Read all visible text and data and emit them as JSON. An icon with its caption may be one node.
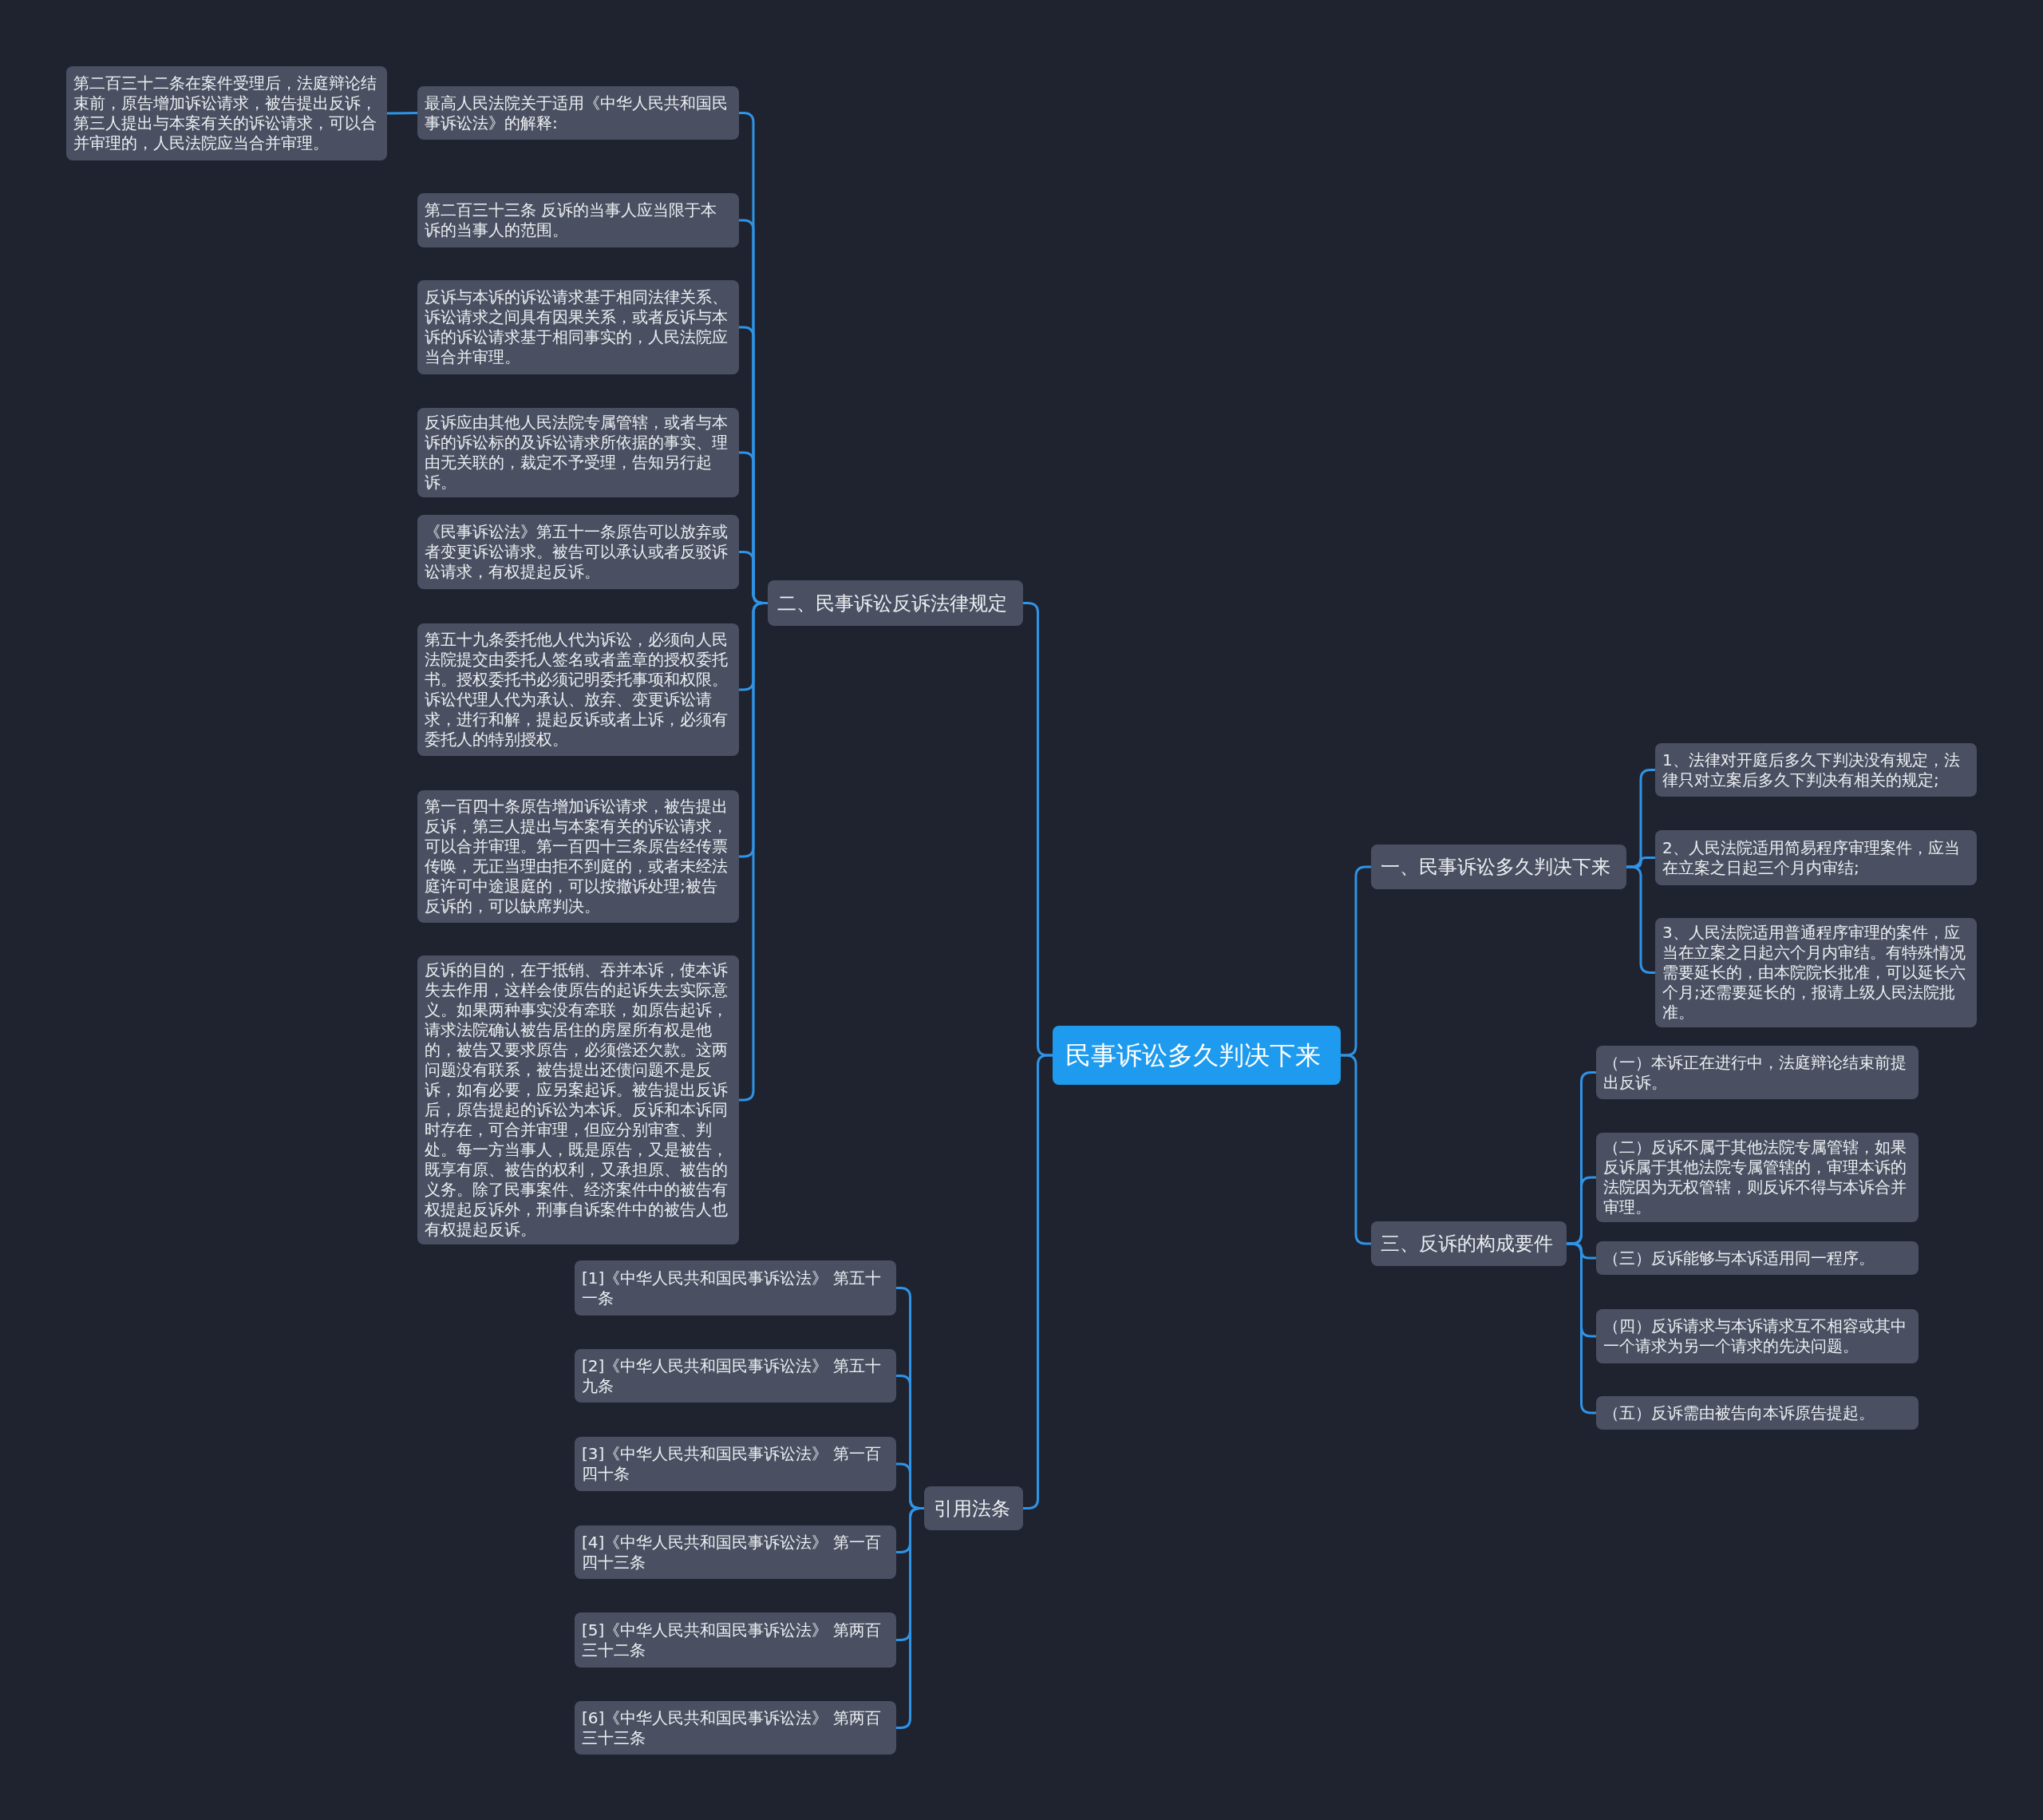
{
  "diagram": {
    "nodes": [
      {
        "text": [
          "民事诉讼多久判决下来"
        ]
      },
      {
        "text": [
          "一、民事诉讼多久判决下来"
        ]
      },
      {
        "text": [
          "1、法律对开庭后多久下判决没有规定，法律只对立案后多久下判决有相关的规定;"
        ]
      },
      {
        "text": [
          "2、人民法院适用简易程序审理案件，应当在立案之日起三个月内审结;"
        ]
      },
      {
        "text": [
          "3、人民法院适用普通程序审理的案件，应当在立案之日起六个月内审结。有特殊情况需要延长的，由本院院长批准，可以延长六个月;还需要延长的，报请上级人民法院批准。"
        ]
      },
      {
        "text": [
          "三、反诉的构成要件"
        ]
      },
      {
        "text": [
          "（一）本诉正在进行中，法庭辩论结束前提出反诉。"
        ]
      },
      {
        "text": [
          "（二）反诉不属于其他法院专属管辖，如果反诉属于其他法院专属管辖的，审理本诉的法院因为无权管辖，则反诉不得与本诉合并审理。"
        ]
      },
      {
        "text": [
          "（三）反诉能够与本诉适用同一程序。"
        ]
      },
      {
        "text": [
          "（四）反诉请求与本诉请求互不相容或其中一个请求为另一个请求的先决问题。"
        ]
      },
      {
        "text": [
          "（五）反诉需由被告向本诉原告提起。"
        ]
      },
      {
        "text": [
          "二、民事诉讼反诉法律规定"
        ]
      },
      {
        "text": [
          "最高人民法院关于适用《中华人民共和国民事诉讼法》的解释:"
        ]
      },
      {
        "text": [
          "第二百三十二条在案件受理后，法庭辩论结束前，原告增加诉讼请求，被告提出反诉，第三人提出与本案有关的诉讼请求，可以合并审理的，人民法院应当合并审理。"
        ]
      },
      {
        "text": [
          "第二百三十三条 反诉的当事人应当限于本诉的当事人的范围。"
        ]
      },
      {
        "text": [
          "反诉与本诉的诉讼请求基于相同法律关系、诉讼请求之间具有因果关系，或者反诉与本诉的诉讼请求基于相同事实的，人民法院应当合并审理。"
        ]
      },
      {
        "text": [
          "反诉应由其他人民法院专属管辖，或者与本诉的诉讼标的及诉讼请求所依据的事实、理由无关联的，裁定不予受理，告知另行起诉。"
        ]
      },
      {
        "text": [
          "《民事诉讼法》第五十一条原告可以放弃或者变更诉讼请求。被告可以承认或者反驳诉讼请求，有权提起反诉。"
        ]
      },
      {
        "text": [
          "第五十九条委托他人代为诉讼，必须向人民法院提交由委托人签名或者盖章的授权委托书。授权委托书必须记明委托事项和权限。诉讼代理人代为承认、放弃、变更诉讼请求，进行和解，提起反诉或者上诉，必须有委托人的特别授权。"
        ]
      },
      {
        "text": [
          "第一百四十条原告增加诉讼请求，被告提出反诉，第三人提出与本案有关的诉讼请求，可以合并审理。第一百四十三条原告经传票传唤，无正当理由拒不到庭的，或者未经法庭许可中途退庭的，可以按撤诉处理;被告反诉的，可以缺席判决。"
        ]
      },
      {
        "text": [
          "反诉的目的，在于抵销、吞并本诉，使本诉失去作用，这样会使原告的起诉失去实际意义。如果两种事实没有牵联，如原告起诉，请求法院确认被告居住的房屋所有权是他的，被告又要求原告，必须偿还欠款。这两问题没有联系，被告提出还债问题不是反诉，如有必要，应另案起诉。被告提出反诉后，原告提起的诉讼为本诉。反诉和本诉同时存在，可合并审理，但应分别审查、判处。每一方当事人，既是原告，又是被告，既享有原、被告的权利，又承担原、被告的义务。除了民事案件、经济案件中的被告有权提起反诉外，刑事自诉案件中的被告人也有权提起反诉。"
        ]
      },
      {
        "text": [
          "引用法条"
        ]
      },
      {
        "text": [
          "[1]《中华人民共和国民事诉讼法》 第五十一条"
        ]
      },
      {
        "text": [
          "[2]《中华人民共和国民事诉讼法》 第五十九条"
        ]
      },
      {
        "text": [
          "[3]《中华人民共和国民事诉讼法》 第一百四十条"
        ]
      },
      {
        "text": [
          "[4]《中华人民共和国民事诉讼法》 第一百四十三条"
        ]
      },
      {
        "text": [
          "[5]《中华人民共和国民事诉讼法》 第两百三十二条"
        ]
      },
      {
        "text": [
          "[6]《中华人民共和国民事诉讼法》 第两百三十三条"
        ]
      }
    ],
    "edges": [
      {
        "from": 0,
        "to": 1,
        "arrow": "none"
      },
      {
        "from": 1,
        "to": 2,
        "arrow": "none"
      },
      {
        "from": 1,
        "to": 3,
        "arrow": "none"
      },
      {
        "from": 1,
        "to": 4,
        "arrow": "none"
      },
      {
        "from": 0,
        "to": 5,
        "arrow": "none"
      },
      {
        "from": 5,
        "to": 6,
        "arrow": "none"
      },
      {
        "from": 5,
        "to": 7,
        "arrow": "none"
      },
      {
        "from": 5,
        "to": 8,
        "arrow": "none"
      },
      {
        "from": 5,
        "to": 9,
        "arrow": "none"
      },
      {
        "from": 5,
        "to": 10,
        "arrow": "none"
      },
      {
        "from": 0,
        "to": 11,
        "arrow": "none"
      },
      {
        "from": 11,
        "to": 12,
        "arrow": "none"
      },
      {
        "from": 12,
        "to": 13,
        "arrow": "none"
      },
      {
        "from": 11,
        "to": 14,
        "arrow": "none"
      },
      {
        "from": 11,
        "to": 15,
        "arrow": "none"
      },
      {
        "from": 11,
        "to": 16,
        "arrow": "none"
      },
      {
        "from": 11,
        "to": 17,
        "arrow": "none"
      },
      {
        "from": 11,
        "to": 18,
        "arrow": "none"
      },
      {
        "from": 11,
        "to": 19,
        "arrow": "none"
      },
      {
        "from": 11,
        "to": 20,
        "arrow": "none"
      },
      {
        "from": 0,
        "to": 21,
        "arrow": "none"
      },
      {
        "from": 21,
        "to": 22,
        "arrow": "none"
      },
      {
        "from": 21,
        "to": 23,
        "arrow": "none"
      },
      {
        "from": 21,
        "to": 24,
        "arrow": "none"
      },
      {
        "from": 21,
        "to": 25,
        "arrow": "none"
      },
      {
        "from": 21,
        "to": 26,
        "arrow": "none"
      },
      {
        "from": 21,
        "to": 27,
        "arrow": "none"
      }
    ]
  }
}
